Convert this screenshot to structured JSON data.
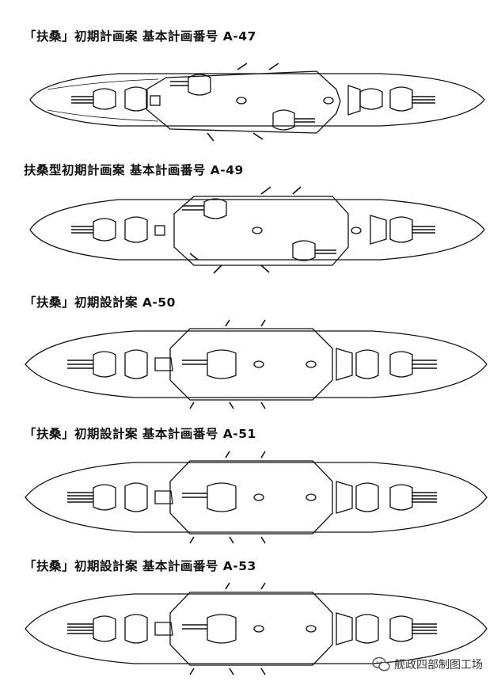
{
  "plans": [
    {
      "caption": "「扶桑」初期計画案 基本計画番号 A-47",
      "variant": "a47"
    },
    {
      "caption": "扶桑型初期計画案 基本計画番号 A-49",
      "variant": "a49"
    },
    {
      "caption": "「扶桑」初期設計案 A-50",
      "variant": "a50"
    },
    {
      "caption": "「扶桑」初期設計案 基本計画番号 A-51",
      "variant": "a51"
    },
    {
      "caption": "「扶桑」初期設計案 基本計画番号 A-53",
      "variant": "a53"
    }
  ],
  "watermark": {
    "text": "舰政四部制图工场",
    "icon": "wechat-logo-icon"
  }
}
